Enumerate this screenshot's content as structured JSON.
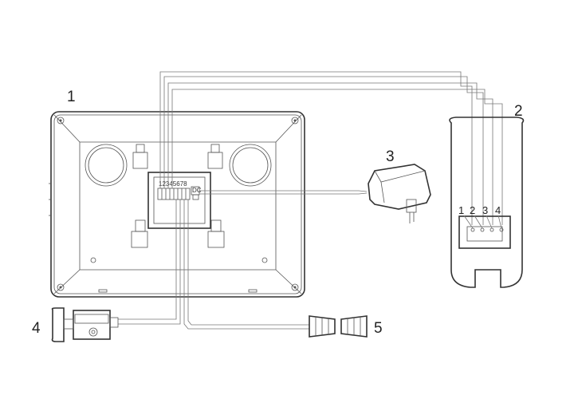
{
  "labels": {
    "monitor": "1",
    "outdoor_panel": "2",
    "power_adapter": "3",
    "electric_lock": "4",
    "gate_opener": "5"
  },
  "terminal_numbers": "12345678",
  "panel_pins": [
    "1",
    "2",
    "3",
    "4"
  ]
}
